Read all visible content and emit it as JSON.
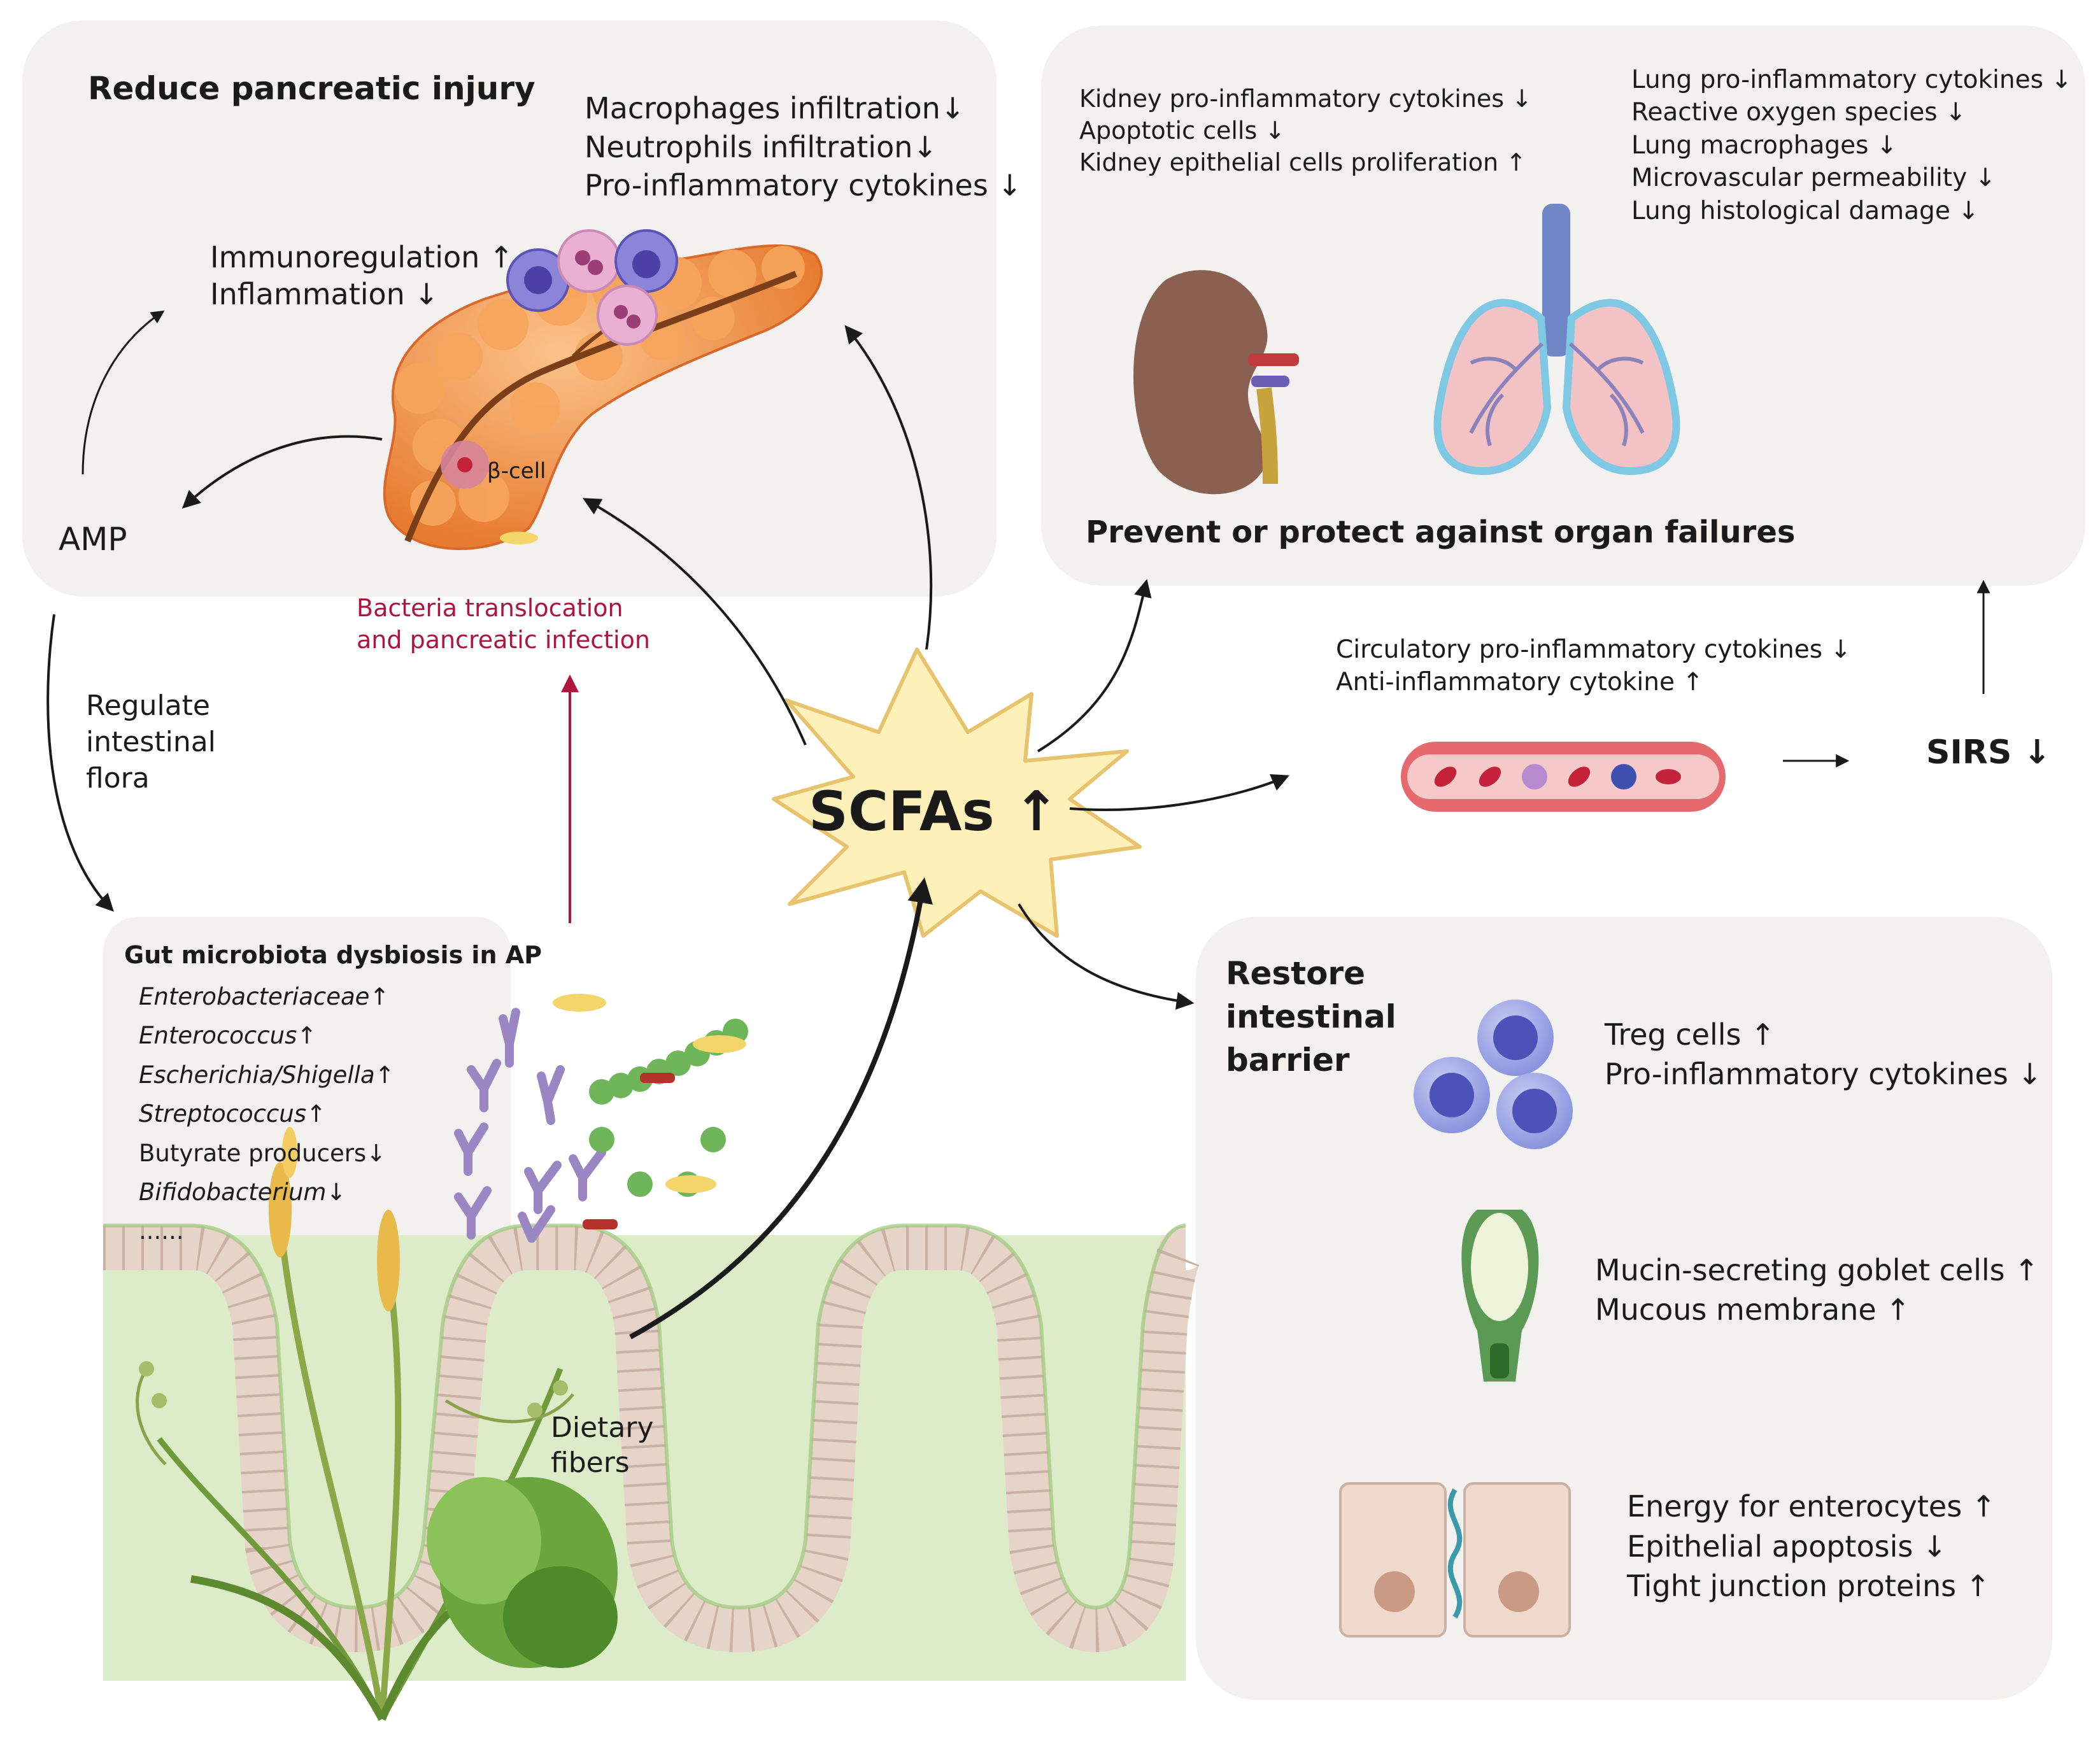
{
  "pancreas_panel": {
    "title": "Reduce pancreatic injury",
    "effects": [
      "Macrophages infiltration↓",
      "Neutrophils infiltration↓",
      "Pro-inflammatory cytokines ↓"
    ],
    "immune": [
      "Immunoregulation ↑",
      "Inflammation ↓"
    ],
    "beta_cell": "β-cell",
    "amp": "AMP"
  },
  "organ_panel": {
    "title": "Prevent or protect against organ failures",
    "kidney_effects": [
      "Kidney pro-inflammatory cytokines ↓",
      "Apoptotic cells ↓",
      "Kidney epithelial cells proliferation ↑"
    ],
    "lung_effects": [
      "Lung pro-inflammatory cytokines ↓",
      "Reactive oxygen species ↓",
      "Lung macrophages ↓",
      "Microvascular permeability ↓",
      "Lung histological damage ↓"
    ]
  },
  "bacteria_translocation": [
    "Bacteria translocation",
    "and pancreatic infection"
  ],
  "regulate_flora": [
    "Regulate",
    "intestinal",
    "flora"
  ],
  "center": {
    "label": "SCFAs ↑"
  },
  "circulation": [
    "Circulatory pro-inflammatory cytokines ↓",
    "Anti-inflammatory cytokine ↑"
  ],
  "sirs": "SIRS ↓",
  "gut_panel": {
    "title": "Gut microbiota dysbiosis in AP",
    "items": [
      {
        "name": "Enterobacteriaceae",
        "arrow": "↑",
        "italic": true
      },
      {
        "name": "Enterococcus",
        "arrow": "↑",
        "italic": true
      },
      {
        "name": "Escherichia/Shigella",
        "arrow": "↑",
        "italic": true
      },
      {
        "name": "Streptococcus",
        "arrow": "↑",
        "italic": true
      },
      {
        "name": "Butyrate producers",
        "arrow": "↓",
        "italic": false
      },
      {
        "name": "Bifidobacterium",
        "arrow": "↓",
        "italic": true
      },
      {
        "name": "......",
        "arrow": "",
        "italic": false
      }
    ],
    "dietary_fibers": [
      "Dietary",
      "fibers"
    ]
  },
  "barrier_panel": {
    "title": [
      "Restore",
      "intestinal",
      "barrier"
    ],
    "treg": [
      "Treg cells ↑",
      "Pro-inflammatory cytokines ↓"
    ],
    "goblet": [
      "Mucin-secreting goblet cells ↑",
      "Mucous membrane ↑"
    ],
    "enterocyte": [
      "Energy for enterocytes ↑",
      "Epithelial apoptosis ↓",
      "Tight junction proteins ↑"
    ]
  },
  "colors": {
    "panel_bg": "#f2f1f0",
    "star_fill": "#fdf0b8",
    "star_stroke": "#e8c36e",
    "translocation": "#b0143c",
    "pancreas": "#ee8a3e",
    "immune_cells": "#5b63c8",
    "lung_outline": "#7fc8e4",
    "kidney": "#8a6050"
  }
}
